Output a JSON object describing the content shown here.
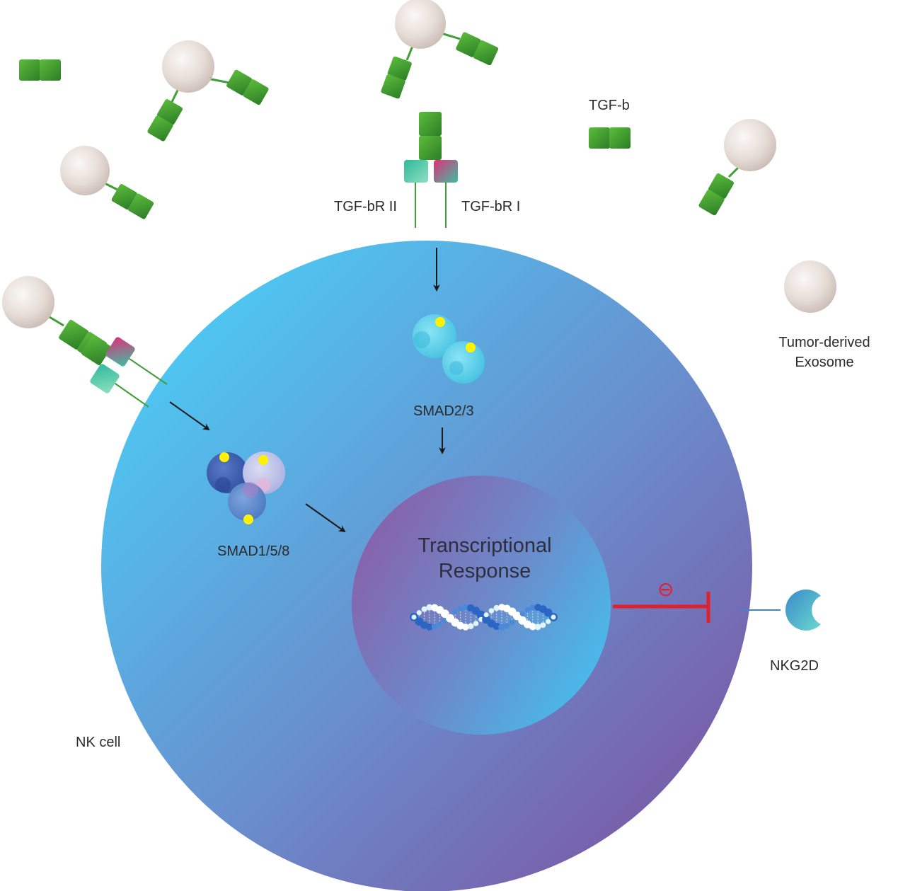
{
  "labels": {
    "tgf_b": "TGF-b",
    "tgf_br2": "TGF-bR II",
    "tgf_br1": "TGF-bR I",
    "tumor_exosome_line1": "Tumor-derived",
    "tumor_exosome_line2": "Exosome",
    "smad23": "SMAD2/3",
    "smad158": "SMAD1/5/8",
    "transcriptional_line1": "Transcriptional",
    "transcriptional_line2": "Response",
    "inhibit_symbol": "⊖",
    "nkg2d": "NKG2D",
    "nk_cell": "NK cell"
  },
  "colors": {
    "cell_light": "#4fc0ee",
    "cell_dark": "#7a5aa8",
    "nucleus_purple": "#8460ab",
    "nucleus_blue": "#4ab8e8",
    "ligand_green": "#3f9e35",
    "exosome": "#e8e0dc",
    "phospho_dot": "#fff200",
    "inhibit_red": "#e0202a",
    "arrow": "#1a1a1a"
  }
}
